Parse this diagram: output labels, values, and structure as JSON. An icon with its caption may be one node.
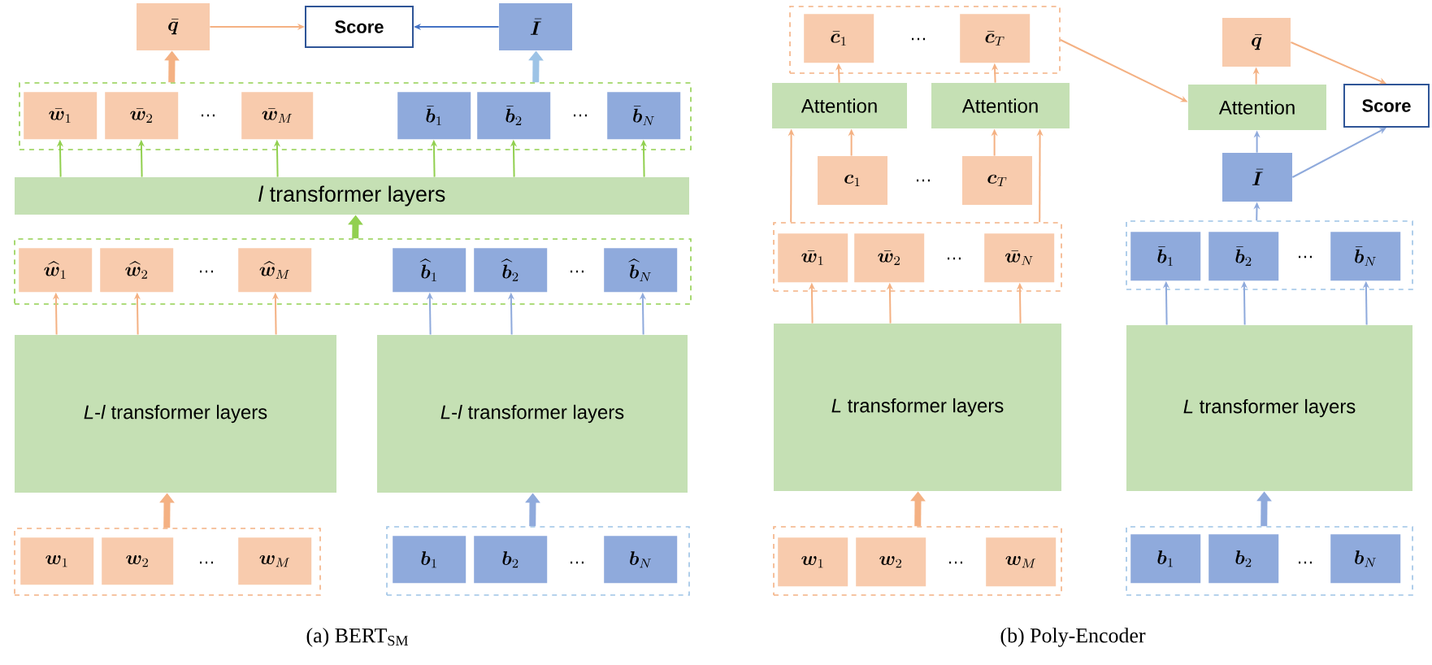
{
  "diagram": {
    "nodes": [
      {
        "text": [
          "\\bar{\\bm{q}}"
        ]
      },
      {
        "text": [
          "Score"
        ]
      },
      {
        "text": [
          "\\bar{\\bm{I}}"
        ]
      },
      {
        "text": [],
        "shape": "box"
      },
      {
        "text": [
          "\\bar{\\bm{w}}_{1}"
        ],
        "in": 3
      },
      {
        "text": [
          "\\bar{\\bm{w}}_{2}"
        ],
        "in": 3
      },
      {
        "text": [
          "\\bar{\\bm{w}}_{M}"
        ],
        "in": 3
      },
      {
        "text": [
          "\\bar{\\bm{b}}_{1}"
        ],
        "in": 3
      },
      {
        "text": [
          "\\bar{\\bm{b}}_{2}"
        ],
        "in": 3
      },
      {
        "text": [
          "\\bar{\\bm{b}}_{N}"
        ],
        "in": 3
      },
      {
        "text": [
          "*l* transformer layers"
        ]
      },
      {
        "text": [],
        "shape": "box"
      },
      {
        "text": [
          "\\widehat{\\bm{w}}_{1}"
        ],
        "in": 11
      },
      {
        "text": [
          "\\widehat{\\bm{w}}_{2}"
        ],
        "in": 11
      },
      {
        "text": [
          "\\widehat{\\bm{w}}_{M}"
        ],
        "in": 11
      },
      {
        "text": [
          "\\widehat{\\bm{b}}_{1}"
        ],
        "in": 11
      },
      {
        "text": [
          "\\widehat{\\bm{b}}_{2}"
        ],
        "in": 11
      },
      {
        "text": [
          "\\widehat{\\bm{b}}_{N}"
        ],
        "in": 11
      },
      {
        "text": [
          "*L*-*l* transformer layers"
        ]
      },
      {
        "text": [
          "*L*-*l* transformer layers"
        ]
      },
      {
        "text": [],
        "shape": "box"
      },
      {
        "text": [
          "\\bm{w}_{1}"
        ],
        "in": 20
      },
      {
        "text": [
          "\\bm{w}_{2}"
        ],
        "in": 20
      },
      {
        "text": [
          "\\bm{w}_{M}"
        ],
        "in": 20
      },
      {
        "text": [],
        "shape": "box"
      },
      {
        "text": [
          "\\bm{b}_{1}"
        ],
        "in": 24
      },
      {
        "text": [
          "\\bm{b}_{2}"
        ],
        "in": 24
      },
      {
        "text": [
          "\\bm{b}_{N}"
        ],
        "in": 24
      },
      {
        "text": [],
        "shape": "box"
      },
      {
        "text": [
          "\\bar{\\bm{c}}_{1}"
        ],
        "in": 28
      },
      {
        "text": [
          "\\bar{\\bm{c}}_{T}"
        ],
        "in": 28
      },
      {
        "text": [
          "Attention"
        ]
      },
      {
        "text": [
          "Attention"
        ]
      },
      {
        "text": [
          "\\bm{c}_{1}"
        ]
      },
      {
        "text": [
          "\\bm{c}_{T}"
        ]
      },
      {
        "text": [],
        "shape": "box"
      },
      {
        "text": [
          "\\bar{\\bm{w}}_{1}"
        ],
        "in": 35
      },
      {
        "text": [
          "\\bar{\\bm{w}}_{2}"
        ],
        "in": 35
      },
      {
        "text": [
          "\\bar{\\bm{w}}_{N}"
        ],
        "in": 35
      },
      {
        "text": [
          "*L* transformer layers"
        ]
      },
      {
        "text": [],
        "shape": "box"
      },
      {
        "text": [
          "\\bm{w}_{1}"
        ],
        "in": 40
      },
      {
        "text": [
          "\\bm{w}_{2}"
        ],
        "in": 40
      },
      {
        "text": [
          "\\bm{w}_{M}"
        ],
        "in": 40
      },
      {
        "text": [
          "\\bar{\\bm{q}}"
        ]
      },
      {
        "text": [
          "Attention"
        ]
      },
      {
        "text": [
          "Score"
        ]
      },
      {
        "text": [
          "\\bar{\\bm{I}}"
        ]
      },
      {
        "text": [],
        "shape": "box"
      },
      {
        "text": [
          "\\bar{\\bm{b}}_{1}"
        ],
        "in": 48
      },
      {
        "text": [
          "\\bar{\\bm{b}}_{2}"
        ],
        "in": 48
      },
      {
        "text": [
          "\\bar{\\bm{b}}_{N}"
        ],
        "in": 48
      },
      {
        "text": [
          "*L* transformer layers"
        ]
      },
      {
        "text": [],
        "shape": "box"
      },
      {
        "text": [
          "\\bm{b}_{1}"
        ],
        "in": 53
      },
      {
        "text": [
          "\\bm{b}_{2}"
        ],
        "in": 53
      },
      {
        "text": [
          "\\bm{b}_{N}"
        ],
        "in": 53
      }
    ],
    "edges": [
      {
        "from": 0,
        "to": 1,
        "arrow": "to",
        "color": "#f4b183"
      },
      {
        "from": 2,
        "to": 1,
        "arrow": "to",
        "color": "#4472c4"
      },
      {
        "from": 3,
        "to": 0,
        "arrow": "to",
        "style": "thick",
        "color": "#f4b183"
      },
      {
        "from": 3,
        "to": 2,
        "arrow": "to",
        "style": "thick",
        "color": "#9dc3e6"
      },
      {
        "from": 10,
        "to": 4,
        "arrow": "to",
        "color": "#92d050"
      },
      {
        "from": 10,
        "to": 5,
        "arrow": "to",
        "color": "#92d050"
      },
      {
        "from": 10,
        "to": 6,
        "arrow": "to",
        "color": "#92d050"
      },
      {
        "from": 10,
        "to": 7,
        "arrow": "to",
        "color": "#92d050"
      },
      {
        "from": 10,
        "to": 8,
        "arrow": "to",
        "color": "#92d050"
      },
      {
        "from": 10,
        "to": 9,
        "arrow": "to",
        "color": "#92d050"
      },
      {
        "from": 11,
        "to": 10,
        "arrow": "to",
        "style": "thick",
        "color": "#92d050"
      },
      {
        "from": 18,
        "to": 12,
        "arrow": "to",
        "color": "#f4b183"
      },
      {
        "from": 18,
        "to": 13,
        "arrow": "to",
        "color": "#f4b183"
      },
      {
        "from": 18,
        "to": 14,
        "arrow": "to",
        "color": "#f4b183"
      },
      {
        "from": 19,
        "to": 15,
        "arrow": "to",
        "color": "#8faadc"
      },
      {
        "from": 19,
        "to": 16,
        "arrow": "to",
        "color": "#8faadc"
      },
      {
        "from": 19,
        "to": 17,
        "arrow": "to",
        "color": "#8faadc"
      },
      {
        "from": 20,
        "to": 18,
        "arrow": "to",
        "style": "thick",
        "color": "#f4b183"
      },
      {
        "from": 24,
        "to": 19,
        "arrow": "to",
        "style": "thick",
        "color": "#8faadc"
      },
      {
        "from": 28,
        "to": 45,
        "arrow": "to",
        "color": "#f4b183"
      },
      {
        "from": 31,
        "to": 29,
        "arrow": "to",
        "color": "#f4b183"
      },
      {
        "from": 32,
        "to": 30,
        "arrow": "to",
        "color": "#f4b183"
      },
      {
        "from": 33,
        "to": 31,
        "arrow": "to",
        "color": "#f4b183"
      },
      {
        "from": 34,
        "to": 32,
        "arrow": "to",
        "color": "#f4b183"
      },
      {
        "from": 35,
        "to": 31,
        "arrow": "to",
        "color": "#f4b183"
      },
      {
        "from": 35,
        "to": 32,
        "arrow": "to",
        "color": "#f4b183"
      },
      {
        "from": 39,
        "to": 36,
        "arrow": "to",
        "color": "#f4b183"
      },
      {
        "from": 39,
        "to": 37,
        "arrow": "to",
        "color": "#f4b183"
      },
      {
        "from": 39,
        "to": 38,
        "arrow": "to",
        "color": "#f4b183"
      },
      {
        "from": 40,
        "to": 39,
        "arrow": "to",
        "style": "thick",
        "color": "#f4b183"
      },
      {
        "from": 45,
        "to": 44,
        "arrow": "to",
        "color": "#f4b183"
      },
      {
        "from": 44,
        "to": 46,
        "arrow": "to",
        "color": "#f4b183"
      },
      {
        "from": 47,
        "to": 45,
        "arrow": "to",
        "color": "#8faadc"
      },
      {
        "from": 47,
        "to": 46,
        "arrow": "to",
        "color": "#8faadc"
      },
      {
        "from": 48,
        "to": 47,
        "arrow": "to",
        "color": "#8faadc"
      },
      {
        "from": 52,
        "to": 49,
        "arrow": "to",
        "color": "#8faadc"
      },
      {
        "from": 52,
        "to": 50,
        "arrow": "to",
        "color": "#8faadc"
      },
      {
        "from": 52,
        "to": 51,
        "arrow": "to",
        "color": "#8faadc"
      },
      {
        "from": 53,
        "to": 52,
        "arrow": "to",
        "style": "thick",
        "color": "#8faadc"
      }
    ],
    "labels": [
      "…",
      "…",
      "…",
      "…",
      "…",
      "…",
      "…",
      "…",
      "…",
      "…",
      "…",
      "…",
      "(a) BERT$_{SM}$",
      "(b) Poly-Encoder"
    ]
  }
}
